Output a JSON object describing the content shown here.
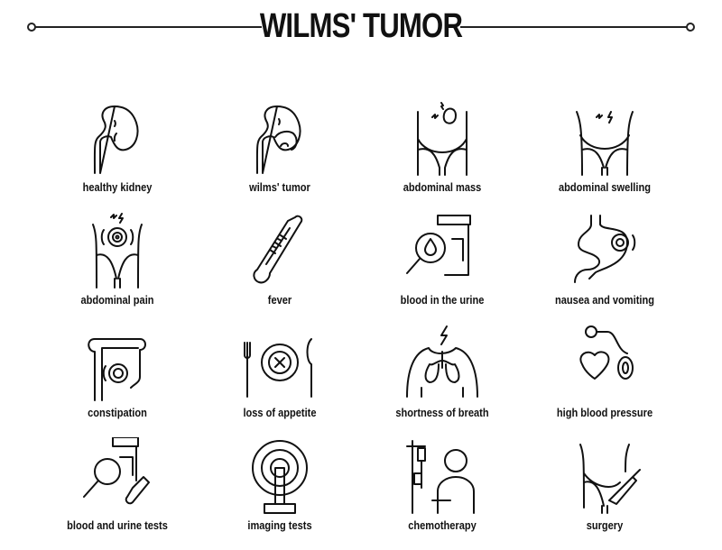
{
  "title": "WILMS' TUMOR",
  "icons": [
    {
      "label": "healthy kidney",
      "icon": "healthy-kidney-icon"
    },
    {
      "label": "wilms' tumor",
      "icon": "wilms-tumor-kidney-icon"
    },
    {
      "label": "abdominal mass",
      "icon": "abdominal-mass-icon"
    },
    {
      "label": "abdominal swelling",
      "icon": "abdominal-swelling-icon"
    },
    {
      "label": "abdominal pain",
      "icon": "abdominal-pain-icon"
    },
    {
      "label": "fever",
      "icon": "thermometer-icon"
    },
    {
      "label": "blood in the urine",
      "icon": "urine-sample-magnifier-icon"
    },
    {
      "label": "nausea and vomiting",
      "icon": "stomach-icon"
    },
    {
      "label": "constipation",
      "icon": "intestine-icon"
    },
    {
      "label": "loss of appetite",
      "icon": "plate-cutlery-icon"
    },
    {
      "label": "shortness of breath",
      "icon": "lungs-icon"
    },
    {
      "label": "high blood pressure",
      "icon": "heart-tonometer-icon"
    },
    {
      "label": "blood and urine tests",
      "icon": "test-tubes-icon"
    },
    {
      "label": "imaging tests",
      "icon": "mri-scanner-icon"
    },
    {
      "label": "chemotherapy",
      "icon": "iv-drip-patient-icon"
    },
    {
      "label": "surgery",
      "icon": "scalpel-abdomen-icon"
    }
  ]
}
